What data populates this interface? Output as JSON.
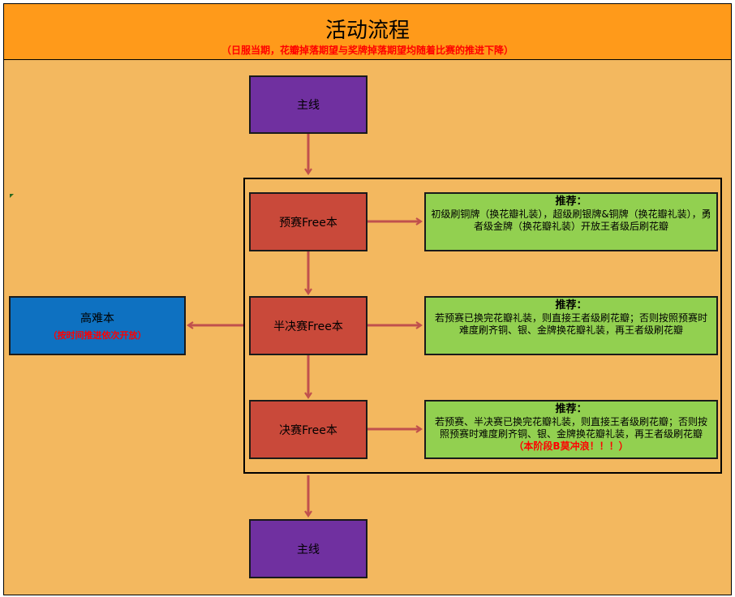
{
  "header": {
    "title": "活动流程",
    "subtitle": "（日服当期，花瓣掉落期望与奖牌掉落期望均随着比赛的推进下降）"
  },
  "nodes": {
    "main_top": "主线",
    "prelim": "预赛Free本",
    "semi": "半决赛Free本",
    "final": "决赛Free本",
    "main_bottom": "主线",
    "hard": "高难本",
    "hard_note": "（按时间推进依次开放）"
  },
  "recommendations": {
    "prelim": {
      "heading": "推荐：",
      "body": "初级刷铜牌（换花瓣礼装），超级刷银牌&铜牌（换花瓣礼装），勇者级金牌（换花瓣礼装）开放王者级后刷花瓣"
    },
    "semi": {
      "heading": "推荐：",
      "body": "若预赛已换完花瓣礼装，则直接王者级刷花瓣；否则按照预赛时难度刷齐铜、银、金牌换花瓣礼装，再王者级刷花瓣"
    },
    "final": {
      "heading": "推荐：",
      "body": "若预赛、半决赛已换完花瓣礼装，则直接王者级刷花瓣；否则按照预赛时难度刷齐铜、银、金牌换花瓣礼装，再王者级刷花瓣",
      "note": "（本阶段B莫冲浪！！！）"
    }
  },
  "colors": {
    "header_bg": "#ff9a1a",
    "canvas_bg": "#f3b85f",
    "main_purple": "#7030a0",
    "stage_red": "#c9493a",
    "hard_blue": "#0e71c1",
    "recommend_green": "#92d050",
    "arrow": "#c0504d"
  }
}
